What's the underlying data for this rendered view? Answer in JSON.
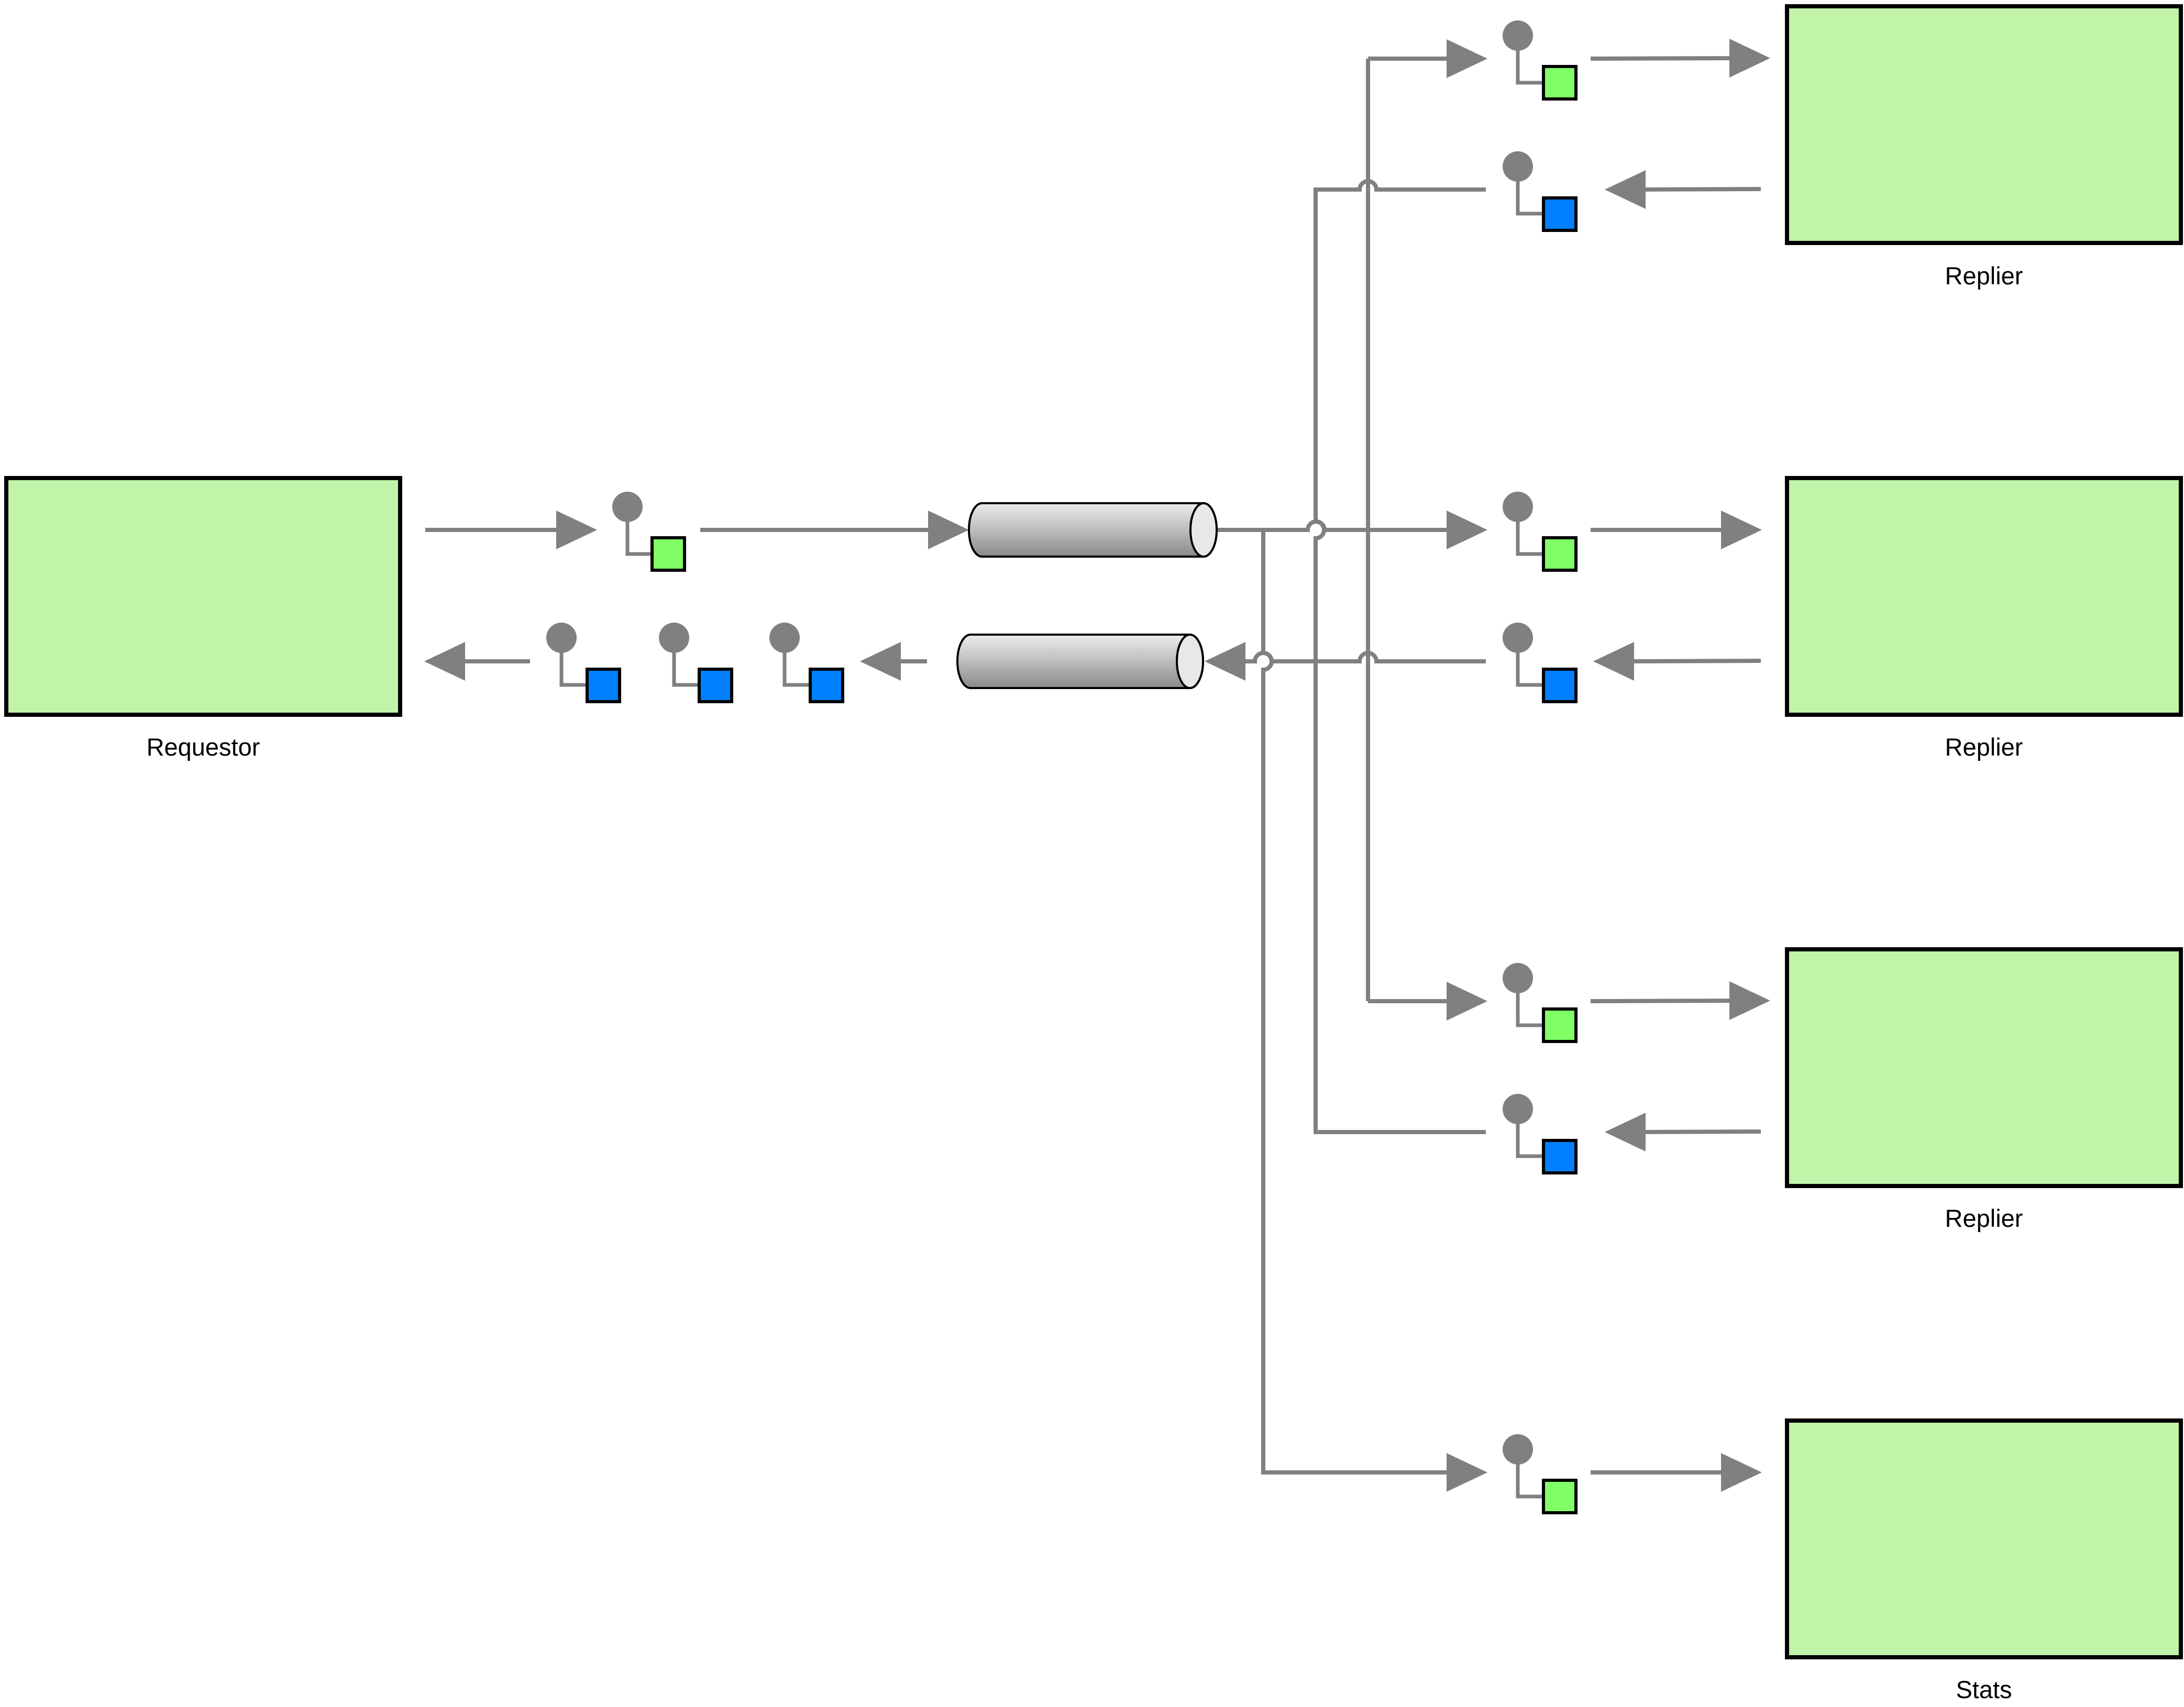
{
  "nodes": {
    "requestor": {
      "label": "Requestor"
    },
    "replier_1": {
      "label": "Replier"
    },
    "replier_2": {
      "label": "Replier"
    },
    "replier_3": {
      "label": "Replier"
    },
    "stats": {
      "label": "Stats"
    }
  },
  "colors": {
    "box_fill": "#c1f4a9",
    "connector": "#808080",
    "request_endpoint": "#80ff66",
    "reply_endpoint": "#0080ff"
  },
  "icons": [
    "message-endpoint-icon",
    "message-channel-icon",
    "arrow-icon"
  ]
}
